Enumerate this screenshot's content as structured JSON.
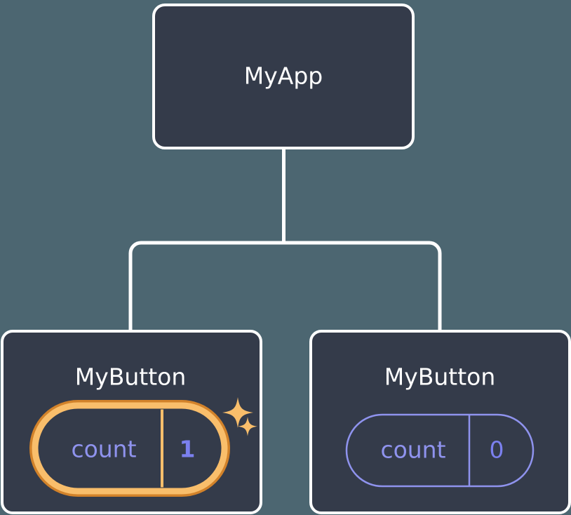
{
  "diagram": {
    "type": "component-tree",
    "background_color": "#4c6671",
    "node_fill": "#343b4a",
    "node_border_color": "#ffffff",
    "connector_color": "#ffffff",
    "highlight_color": "#f9be6b",
    "highlight_outer_color": "#d2822a",
    "state_text_color": "#8f93ee",
    "nodes": [
      {
        "id": "root",
        "title": "MyApp",
        "has_state": false,
        "highlighted": false
      },
      {
        "id": "child-left",
        "title": "MyButton",
        "has_state": true,
        "state_label": "count",
        "state_value": "1",
        "highlighted": true,
        "sparkle_count": 2
      },
      {
        "id": "child-right",
        "title": "MyButton",
        "has_state": true,
        "state_label": "count",
        "state_value": "0",
        "highlighted": false,
        "sparkle_count": 0
      }
    ],
    "edges": [
      {
        "from": "root",
        "to": "child-left"
      },
      {
        "from": "root",
        "to": "child-right"
      }
    ]
  }
}
